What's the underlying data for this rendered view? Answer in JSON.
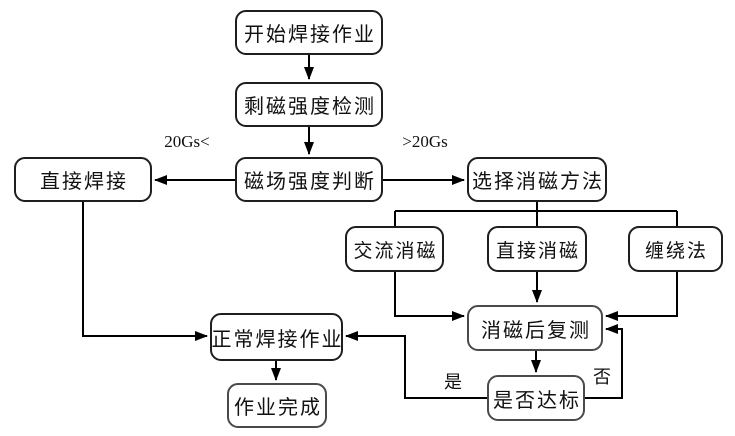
{
  "flowchart": {
    "nodes": {
      "start": {
        "label": "开始焊接作业"
      },
      "residual_test": {
        "label": "剩磁强度检测"
      },
      "field_judge": {
        "label": "磁场强度判断"
      },
      "direct_weld": {
        "label": "直接焊接"
      },
      "select_method": {
        "label": "选择消磁方法"
      },
      "ac_demag": {
        "label": "交流消磁"
      },
      "direct_demag": {
        "label": "直接消磁"
      },
      "winding_method": {
        "label": "缠绕法"
      },
      "retest": {
        "label": "消磁后复测"
      },
      "normal_weld": {
        "label": "正常焊接作业"
      },
      "complete": {
        "label": "作业完成"
      },
      "standard_check": {
        "label": "是否达标"
      }
    },
    "edge_labels": {
      "below_threshold": "20Gs<",
      "above_threshold": ">20Gs",
      "yes": "是",
      "no": "否"
    },
    "colors": {
      "line": "#000000",
      "box_border": "#1e1e1e",
      "box_fill": "#ffffff",
      "background": "#ffffff",
      "text": "#111111"
    }
  }
}
